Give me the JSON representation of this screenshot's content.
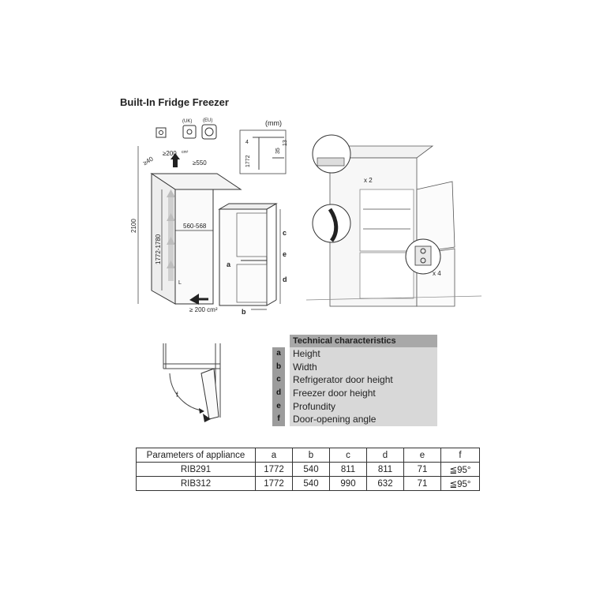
{
  "title": "Built-In Fridge Freezer",
  "diagram1": {
    "unit": "(mm)",
    "uk_label": "(UK)",
    "eu_label": "(EU)",
    "top_vent": "≥200",
    "top_vent_unit": "cm²",
    "bottom_vent": "≥ 200 cm²",
    "depth": "≥40",
    "width": "≥550",
    "height_total": "2100",
    "niche_height": "1772-1780",
    "niche_width": "560-568",
    "L_label": "L",
    "a": "a",
    "b": "b",
    "c": "c",
    "d": "d",
    "e": "e",
    "detail_values": [
      "4",
      "1772",
      "35",
      "13"
    ]
  },
  "diagram2": {
    "x2": "x 2",
    "x4": "x 4"
  },
  "diagram3": {
    "f": "f"
  },
  "legend": {
    "header": "Technical    characteristics",
    "items": [
      {
        "key": "a",
        "desc": "Height"
      },
      {
        "key": "b",
        "desc": "Width"
      },
      {
        "key": "c",
        "desc": "Refrigerator door height"
      },
      {
        "key": "d",
        "desc": "Freezer door height"
      },
      {
        "key": "e",
        "desc": "Profundity"
      },
      {
        "key": "f",
        "desc": "Door-opening angle"
      }
    ]
  },
  "table": {
    "headers": [
      "Parameters of appliance",
      "a",
      "b",
      "c",
      "d",
      "e",
      "f"
    ],
    "rows": [
      [
        "RIB291",
        "1772",
        "540",
        "811",
        "811",
        "71",
        "≦95°"
      ],
      [
        "RIB312",
        "1772",
        "540",
        "990",
        "632",
        "71",
        "≦95°"
      ]
    ]
  }
}
